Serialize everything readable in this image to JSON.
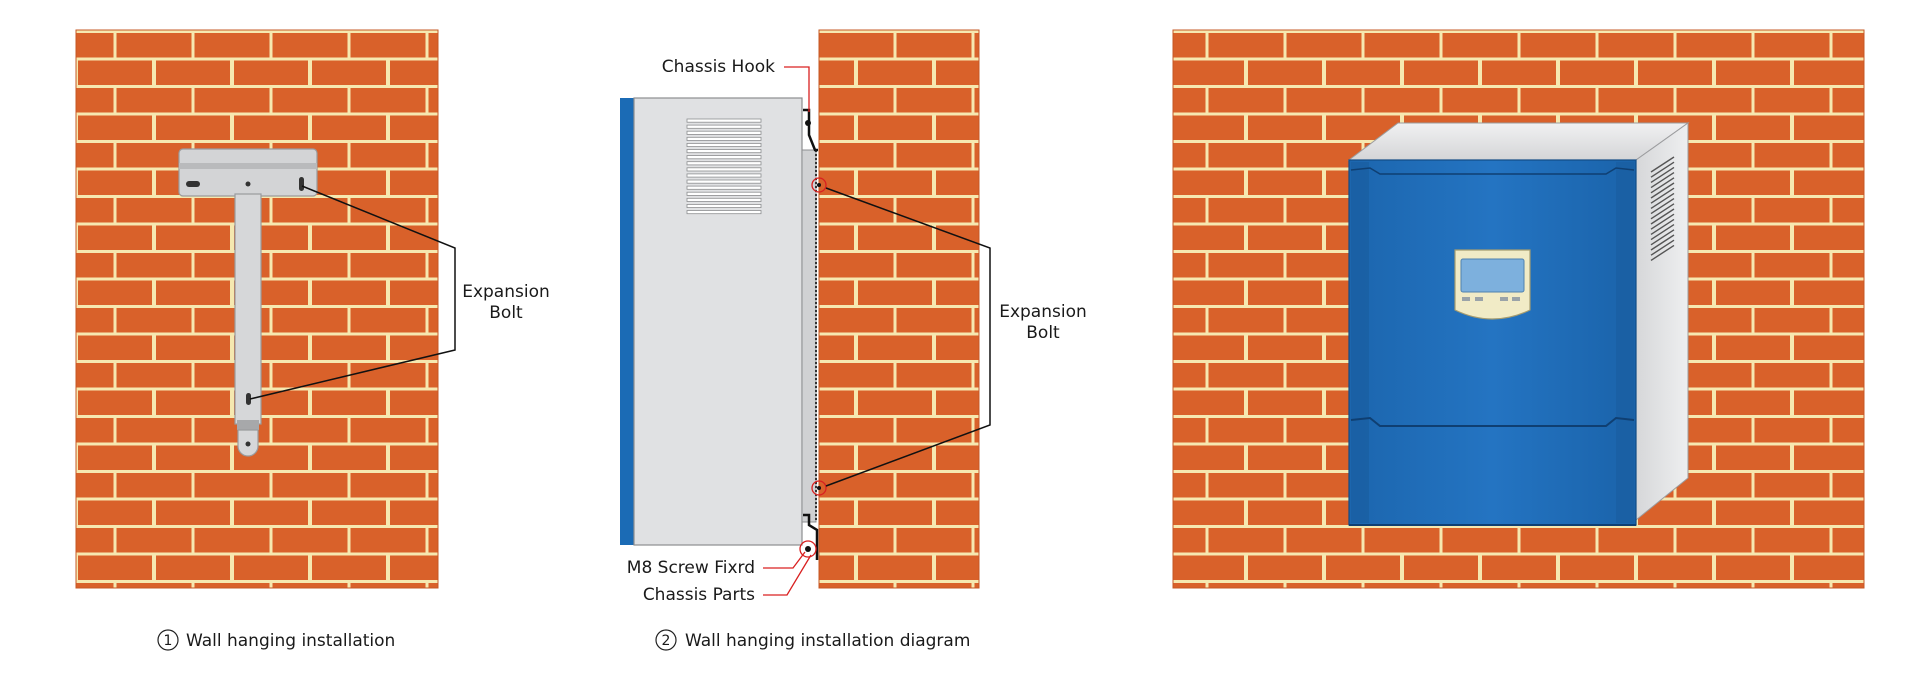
{
  "colors": {
    "brick": "#d9612a",
    "mortar": "#f6e8b0",
    "leader_line": "#111111",
    "red_leader": "#d92020",
    "device_blue": "#1b6bb5",
    "device_gray": "#e0e1e3",
    "bracket_gray": "#d3d4d6"
  },
  "panel1": {
    "label_expansion_bolt_line1": "Expansion",
    "label_expansion_bolt_line2": "Bolt",
    "caption_number": "1",
    "caption_text": "Wall hanging installation"
  },
  "panel2": {
    "label_chassis_hook": "Chassis Hook",
    "label_expansion_bolt_line1": "Expansion",
    "label_expansion_bolt_line2": "Bolt",
    "label_m8_screw": "M8 Screw Fixrd",
    "label_chassis_parts": "Chassis Parts",
    "caption_number": "2",
    "caption_text": "Wall hanging installation diagram"
  },
  "panel3": {
    "device": "wall-mounted controller cabinet with LCD display"
  }
}
